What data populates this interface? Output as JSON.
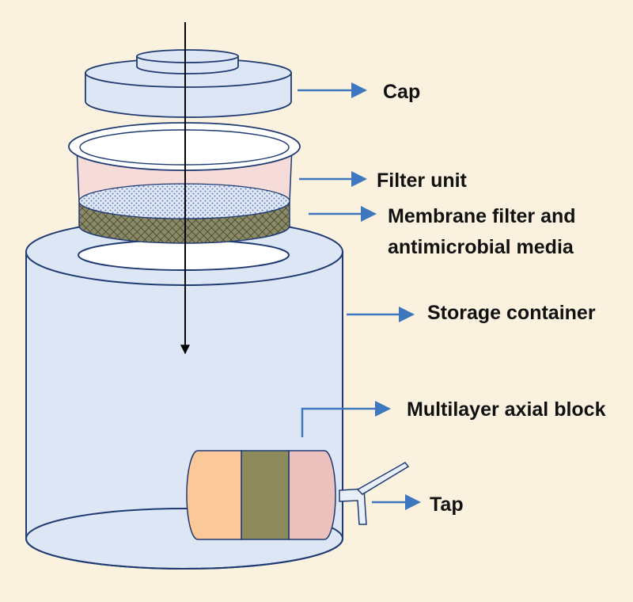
{
  "colors": {
    "background": "#faf2df",
    "outline": "#1f3a73",
    "cap_fill": "#dce6f4",
    "container_fill": "#dce6f4",
    "filter_body": "#f6dcd8",
    "membrane_fill": "#e2e9f5",
    "membrane_dots": "#5a7bbf",
    "mesh_fill": "#8a8a66",
    "mesh_lines": "#3b3b28",
    "block_layer_1": "#fbc89a",
    "block_layer_2": "#8c8a5a",
    "block_layer_3": "#ecc0bd",
    "tap_fill": "#e9eff8",
    "pointer_arrow": "#3f76c0",
    "flow_arrow": "#000000"
  },
  "labels": {
    "cap": "Cap",
    "filter_unit": "Filter unit",
    "membrane_line1": "Membrane filter and",
    "membrane_line2": "antimicrobial media",
    "storage_container": "Storage container",
    "axial_block": "Multilayer axial block",
    "tap": "Tap"
  },
  "icons": {
    "flow_arrow": "down-arrow",
    "pointer_arrow": "right-arrow"
  }
}
